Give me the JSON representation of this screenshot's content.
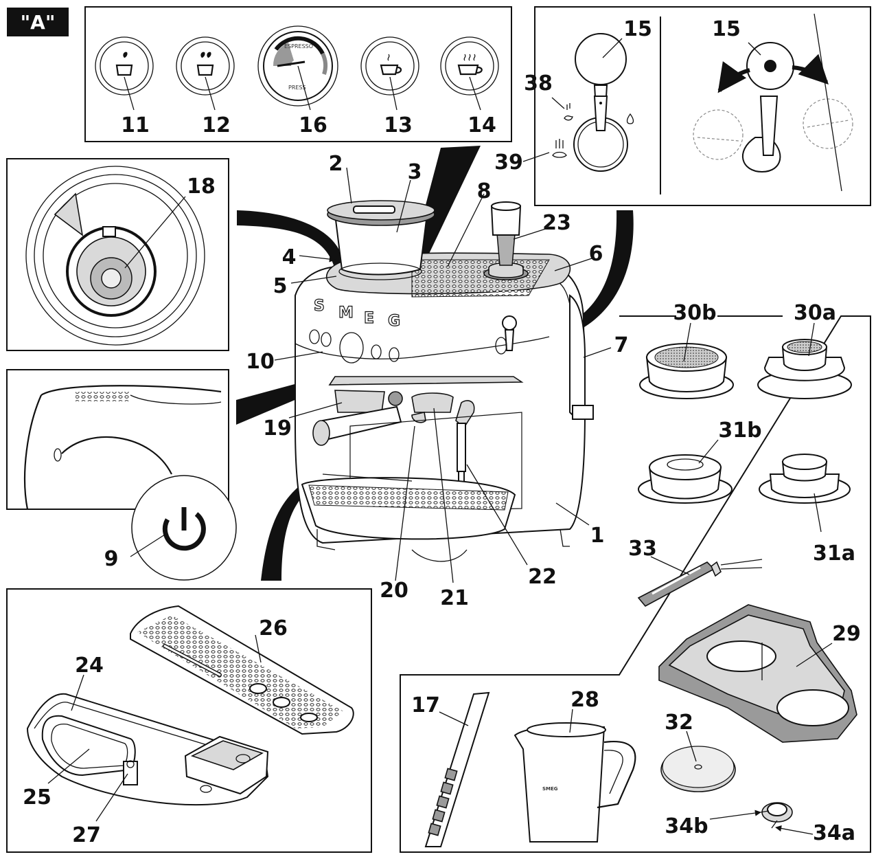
{
  "figure_tag": "\"A\"",
  "brand": "SMEG",
  "brand_letters": [
    "S",
    "M",
    "E",
    "G"
  ],
  "gauge": {
    "text_top": "ESPRESSO",
    "text_bottom": "PRESS"
  },
  "callouts": {
    "c1": "1",
    "c2": "2",
    "c3": "3",
    "c4": "4",
    "c5": "5",
    "c6": "6",
    "c7": "7",
    "c8": "8",
    "c9": "9",
    "c10": "10",
    "c11": "11",
    "c12": "12",
    "c13": "13",
    "c14": "14",
    "c15a": "15",
    "c15b": "15",
    "c16": "16",
    "c17": "17",
    "c18": "18",
    "c19": "19",
    "c20": "20",
    "c21": "21",
    "c22": "22",
    "c23": "23",
    "c24": "24",
    "c25": "25",
    "c26": "26",
    "c27": "27",
    "c28": "28",
    "c29": "29",
    "c30a": "30a",
    "c30b": "30b",
    "c31a": "31a",
    "c31b": "31b",
    "c32": "32",
    "c33": "33",
    "c34a": "34a",
    "c34b": "34b",
    "c38": "38",
    "c39": "39"
  }
}
